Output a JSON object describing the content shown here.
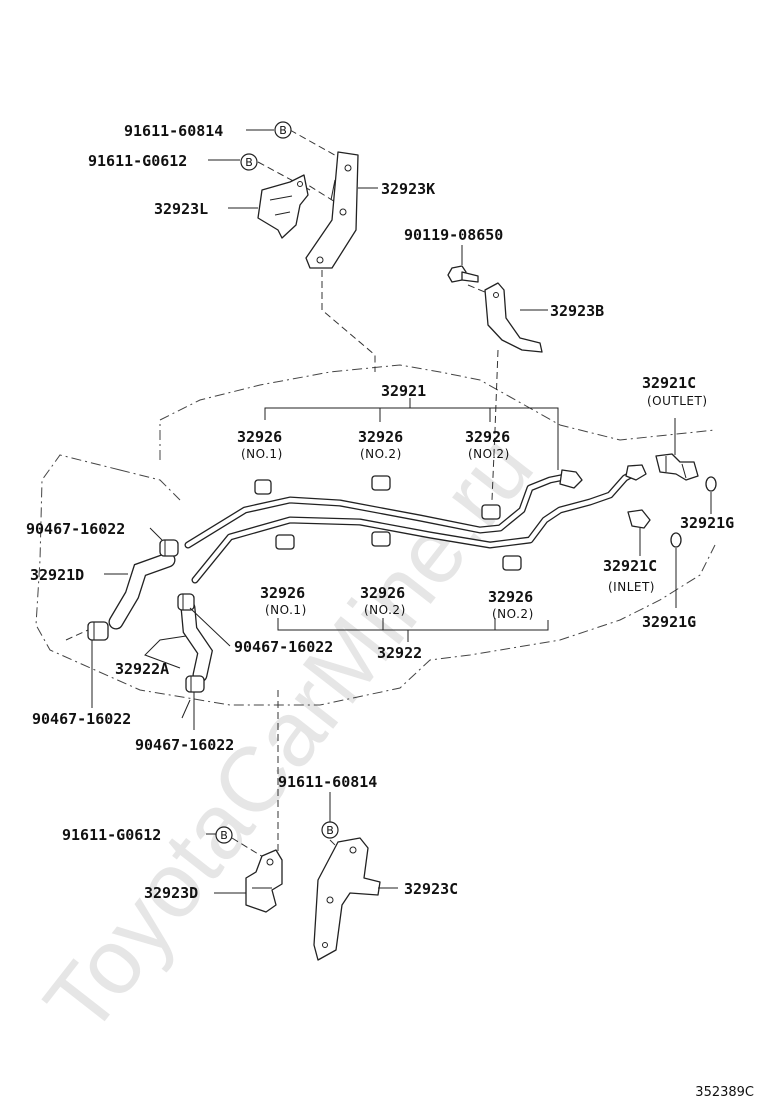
{
  "watermark": "ToyotaCarMine.ru",
  "figure_code": "352389C",
  "b_mark": "B",
  "labels": {
    "bolt_60814_top": "91611-60814",
    "bolt_g0612_top": "91611-G0612",
    "bracket_K": "32923K",
    "bracket_L": "32923L",
    "bolt_90119": "90119-08650",
    "bracket_B": "32923B",
    "tube_32921": "32921",
    "union_outlet": "32921C",
    "outlet_note": "(OUTLET)",
    "grommet_no1_top": "32926",
    "grommet_no1_top_note": "(NO.1)",
    "grommet_no2_top_a": "32926",
    "grommet_no2_top_a_note": "(NO.2)",
    "grommet_no2_top_b": "32926",
    "grommet_no2_top_b_note": "(NO.2)",
    "clip_left_top": "90467-16022",
    "gasket_upper": "32921G",
    "hose_D": "32921D",
    "union_inlet": "32921C",
    "inlet_note": "(INLET)",
    "gasket_lower": "32921G",
    "grommet_no1_bot": "32926",
    "grommet_no1_bot_note": "(NO.1)",
    "grommet_no2_bot_a": "32926",
    "grommet_no2_bot_a_note": "(NO.2)",
    "grommet_no2_bot_b": "32926",
    "grommet_no2_bot_b_note": "(NO.2)",
    "clip_mid": "90467-16022",
    "tube_32922": "32922",
    "hose_A": "32922A",
    "clip_left_bot": "90467-16022",
    "clip_center_bot": "90467-16022",
    "bolt_60814_bot": "91611-60814",
    "bolt_g0612_bot": "91611-G0612",
    "bracket_D": "32923D",
    "bracket_C": "32923C"
  }
}
